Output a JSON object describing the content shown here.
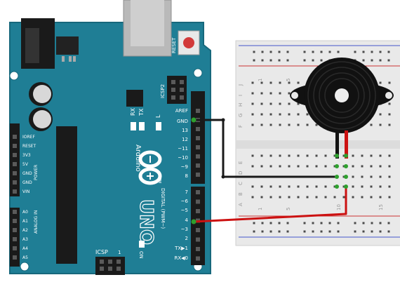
{
  "arduino": {
    "reset_label": "RESET",
    "icsp2_label": "ICSP2",
    "rx_label": "RX",
    "tx_label": "TX",
    "l_label": "L",
    "brand_label": "Arduino",
    "tm_label": "TM",
    "uno_label": "UNO",
    "on_label": "ON",
    "icsp_label": "ICSP",
    "icsp_pin_label": "1",
    "digital_label": "DIGITAL (PWM~)",
    "power_label": "POWER",
    "analog_label": "ANALOG IN",
    "top_header_pins": [
      "AREF",
      "GND",
      "13",
      "12",
      "~11",
      "~10",
      "~9",
      "8"
    ],
    "bottom_header_pins": [
      "7",
      "~6",
      "~5",
      "4",
      "~3",
      "2",
      "TX▶1",
      "RX◀0"
    ],
    "power_pins": [
      "IOREF",
      "RESET",
      "3V3",
      "5V",
      "GND",
      "GND",
      "VIN"
    ],
    "analog_pins": [
      "A0",
      "A1",
      "A2",
      "A3",
      "A4",
      "A5"
    ]
  },
  "breadboard": {
    "row_letters_top": [
      "J",
      "I",
      "H",
      "G",
      "F"
    ],
    "row_letters_bottom": [
      "E",
      "D",
      "C",
      "B",
      "A"
    ],
    "column_numbers": [
      "1",
      "5",
      "10",
      "15"
    ]
  },
  "colors": {
    "board": "#1f7e95",
    "wire_gnd": "#1a1a1a",
    "wire_signal": "#cc1111",
    "buzzer": "#111111",
    "breadboard": "#eeeeee"
  }
}
